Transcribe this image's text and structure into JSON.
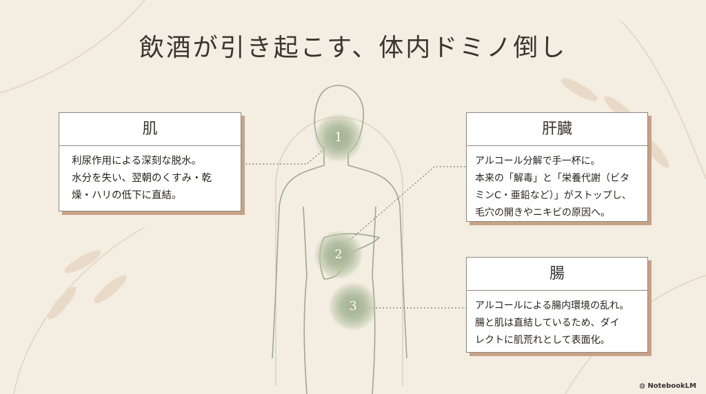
{
  "title": "飲酒が引き起こす、体内ドミノ倒し",
  "cards": [
    {
      "heading": "肌",
      "lines": [
        "利尿作用による深刻な脱水。",
        "水分を失い、翌朝のくすみ・乾",
        "燥・ハリの低下に直結。"
      ]
    },
    {
      "heading": "肝臓",
      "lines": [
        "アルコール分解で手一杯に。",
        "本来の「解毒」と「栄養代謝（ビタ",
        "ミンC・亜鉛など）」がストップし、",
        "毛穴の開きやニキビの原因へ。"
      ]
    },
    {
      "heading": "腸",
      "lines": [
        "アルコールによる腸内環境の乱れ。",
        "腸と肌は直結しているため、ダイ",
        "レクトに肌荒れとして表面化。"
      ]
    }
  ],
  "markers": [
    "1",
    "2",
    "3"
  ],
  "brand": "NotebookLM",
  "colors": {
    "background": "#f3ede2",
    "accent_green": "#9fb08f",
    "shadow": "#c8a286"
  }
}
